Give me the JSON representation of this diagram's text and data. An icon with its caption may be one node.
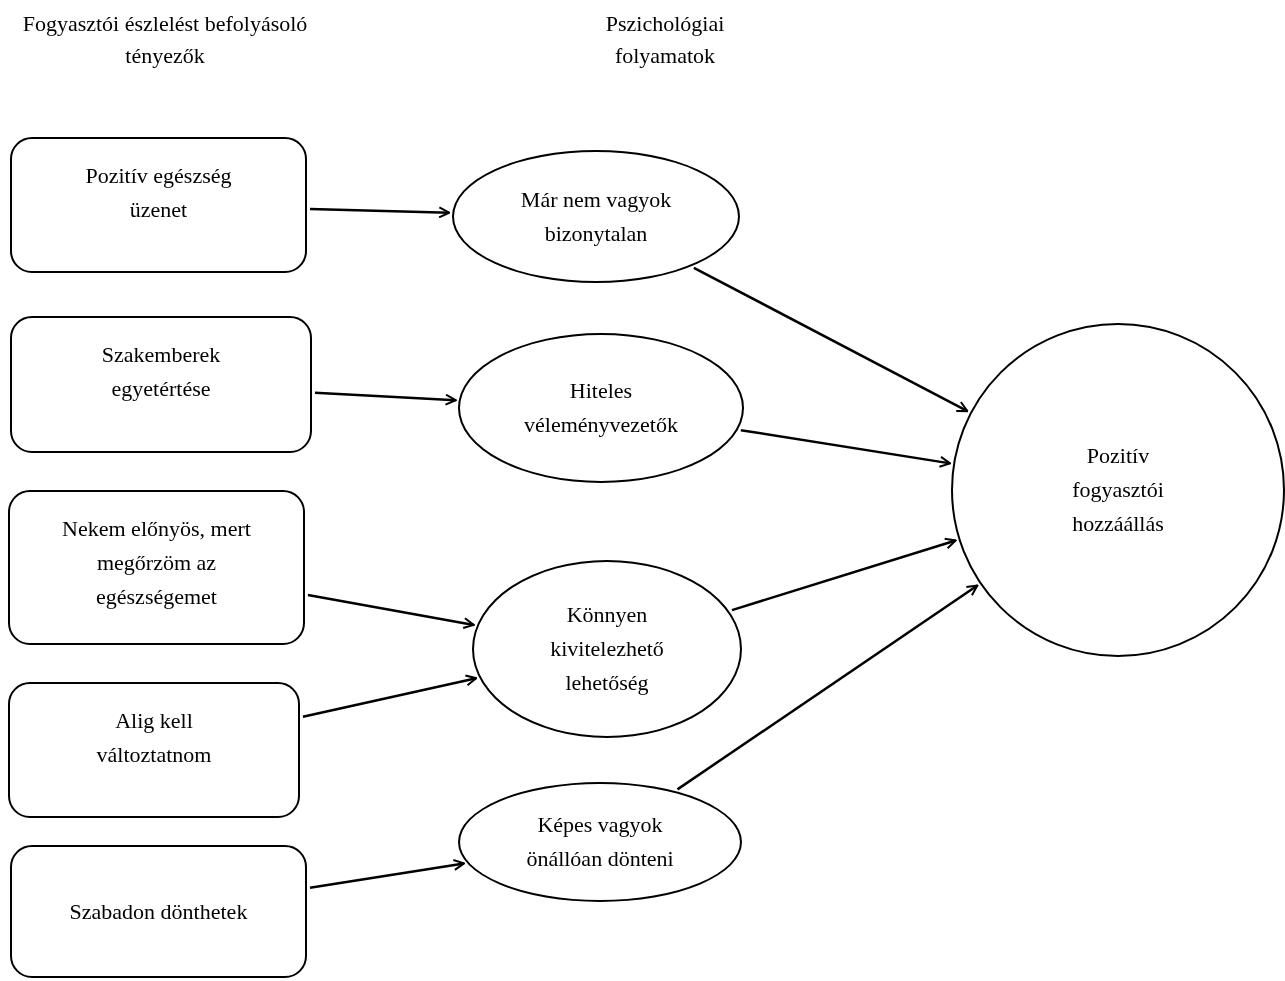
{
  "diagram": {
    "nodes": [
      {
        "text": [
          "Pozitív egészség üzenet"
        ]
      },
      {
        "text": [
          "Szakemberek egyetértése"
        ]
      },
      {
        "text": [
          "Nekem előnyös, mert megőrzöm az egészségemet"
        ]
      },
      {
        "text": [
          "Alig kell változtatnom"
        ]
      },
      {
        "text": [
          "Szabadon dönthetek"
        ]
      },
      {
        "text": [
          "Már nem vagyok bizonytalan"
        ]
      },
      {
        "text": [
          "Hiteles véleményvezetők"
        ]
      },
      {
        "text": [
          "Könnyen kivitelezhető lehetőség"
        ]
      },
      {
        "text": [
          "Képes vagyok önállóan dönteni"
        ]
      },
      {
        "text": [
          "Pozitív fogyasztói hozzáállás"
        ]
      }
    ],
    "edges": [
      {
        "from": 0,
        "to": 5,
        "arrow": "to"
      },
      {
        "from": 1,
        "to": 6,
        "arrow": "to"
      },
      {
        "from": 2,
        "to": 7,
        "arrow": "to"
      },
      {
        "from": 3,
        "to": 7,
        "arrow": "to"
      },
      {
        "from": 4,
        "to": 8,
        "arrow": "to"
      },
      {
        "from": 5,
        "to": 9,
        "arrow": "to"
      },
      {
        "from": 6,
        "to": 9,
        "arrow": "to"
      },
      {
        "from": 7,
        "to": 9,
        "arrow": "to"
      },
      {
        "from": 8,
        "to": 9,
        "arrow": "to"
      }
    ],
    "labels": [
      "Fogyasztói észlelést befolyásoló tényezők",
      "Pszichológiai folyamatok"
    ]
  }
}
